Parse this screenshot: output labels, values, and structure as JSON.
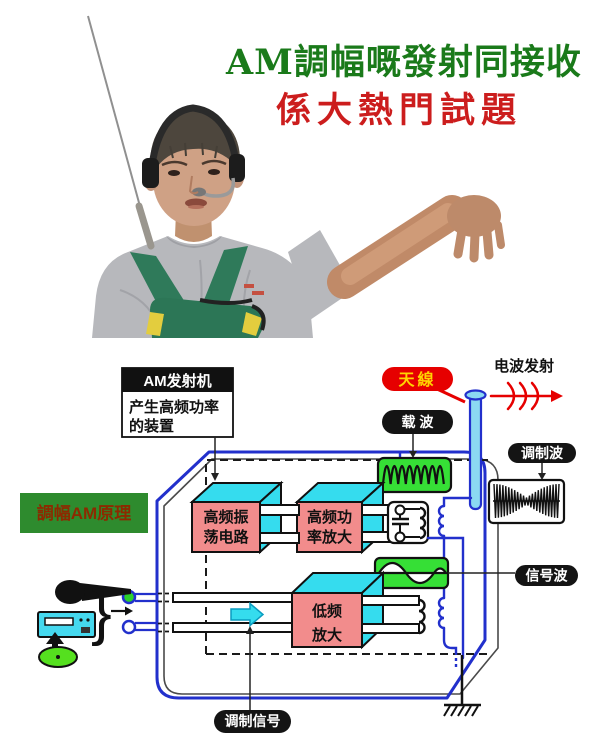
{
  "theme": {
    "wire_blue": "#2230cc",
    "cyan": "#35dcee",
    "antenna_cyan": "#8bd9f2",
    "block_pink": "#f28c8c",
    "wave_green": "#36df36",
    "label_green_bg": "#2e8b2e",
    "label_red_text": "#8c2a00",
    "antenna_text": "#ffd400",
    "title_green": "#1a7a1a",
    "title_red": "#cc1d1d",
    "pill_bg": "#141414",
    "red": "#e60000"
  },
  "title": {
    "line1": "AM調幅嘅發射同接收",
    "line2": "係大熱門試題"
  },
  "diagram": {
    "transmitter": {
      "header": "AM发射机",
      "desc1": "产生高频功率",
      "desc2": "的装置"
    },
    "labels": {
      "antenna": "天線",
      "emission": "电波发射",
      "carrier": "载 波",
      "modulated": "调制波",
      "principle": "調幅AM原理",
      "signal": "信号波",
      "mod_signal": "调制信号"
    },
    "blocks": {
      "osc1": "高频振",
      "osc2": "荡电路",
      "rf1": "高频功",
      "rf2": "率放大",
      "af1": "低频",
      "af2": "放大"
    },
    "brace": "}"
  }
}
